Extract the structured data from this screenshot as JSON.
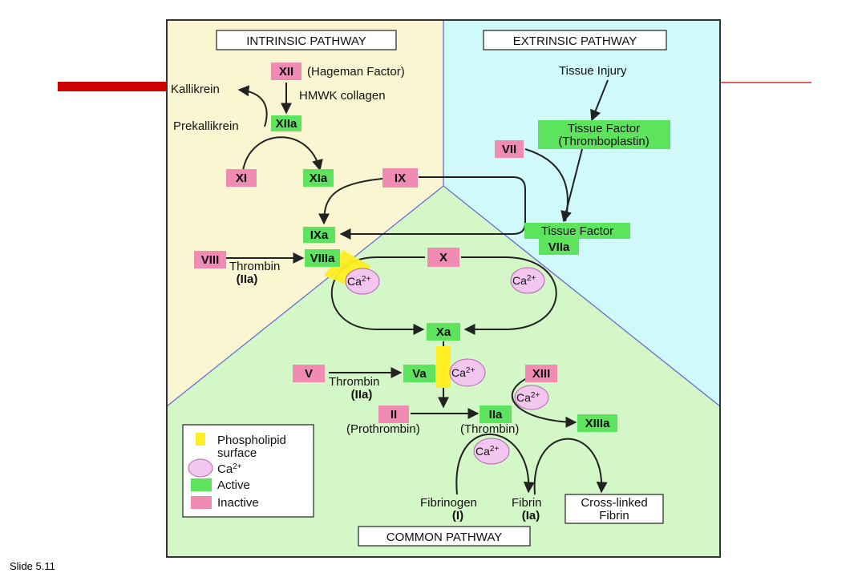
{
  "sections": {
    "intrinsic": "INTRINSIC PATHWAY",
    "extrinsic": "EXTRINSIC PATHWAY",
    "common": "COMMON PATHWAY"
  },
  "factors": {
    "xii": "XII",
    "xiia": "XIIa",
    "xi": "XI",
    "xia": "XIa",
    "ix": "IX",
    "ixa": "IXa",
    "viii": "VIII",
    "viiia": "VIIIa",
    "vii": "VII",
    "x": "X",
    "xa": "Xa",
    "v": "V",
    "va": "Va",
    "ii": "II",
    "iia": "IIa",
    "xiii": "XIII",
    "xiiia": "XIIIa",
    "tissue_factor_line1": "Tissue Factor",
    "tissue_factor_line2": "(Thromboplastin)",
    "tf_viia_line1": "Tissue Factor",
    "tf_viia_line2": "VIIa"
  },
  "labels": {
    "hageman": "(Hageman Factor)",
    "hmwk": "HMWK collagen",
    "kallikrein": "Kallikrein",
    "prekallikrein": "Prekallikrein",
    "tissue_injury": "Tissue Injury",
    "thrombin": "Thrombin",
    "iia_paren": "(IIa)",
    "prothrombin": "(Prothrombin)",
    "thrombin_paren": "(Thrombin)",
    "fibrinogen": "Fibrinogen",
    "fibrinogen_i": "(I)",
    "fibrin": "Fibrin",
    "fibrin_ia": "(Ia)",
    "cross_linked_line1": "Cross-linked",
    "cross_linked_line2": "Fibrin"
  },
  "calcium": {
    "base": "Ca",
    "charge": "2+"
  },
  "legend": {
    "phospholipid_line1": "Phospholipid",
    "phospholipid_line2": "surface",
    "ca_base": "Ca",
    "ca_charge": "2+",
    "active": "Active",
    "inactive": "Inactive"
  },
  "footer": "Slide 5.11",
  "colors": {
    "intrinsic_bg": "#fbf6d2",
    "extrinsic_bg": "#cff9fb",
    "common_bg": "#d4f7c8",
    "active": "#5ee35e",
    "inactive": "#f08cb4",
    "calcium": "#f3c6f0",
    "phospholipid": "#ffee22",
    "accent_bar": "#cc0000"
  }
}
